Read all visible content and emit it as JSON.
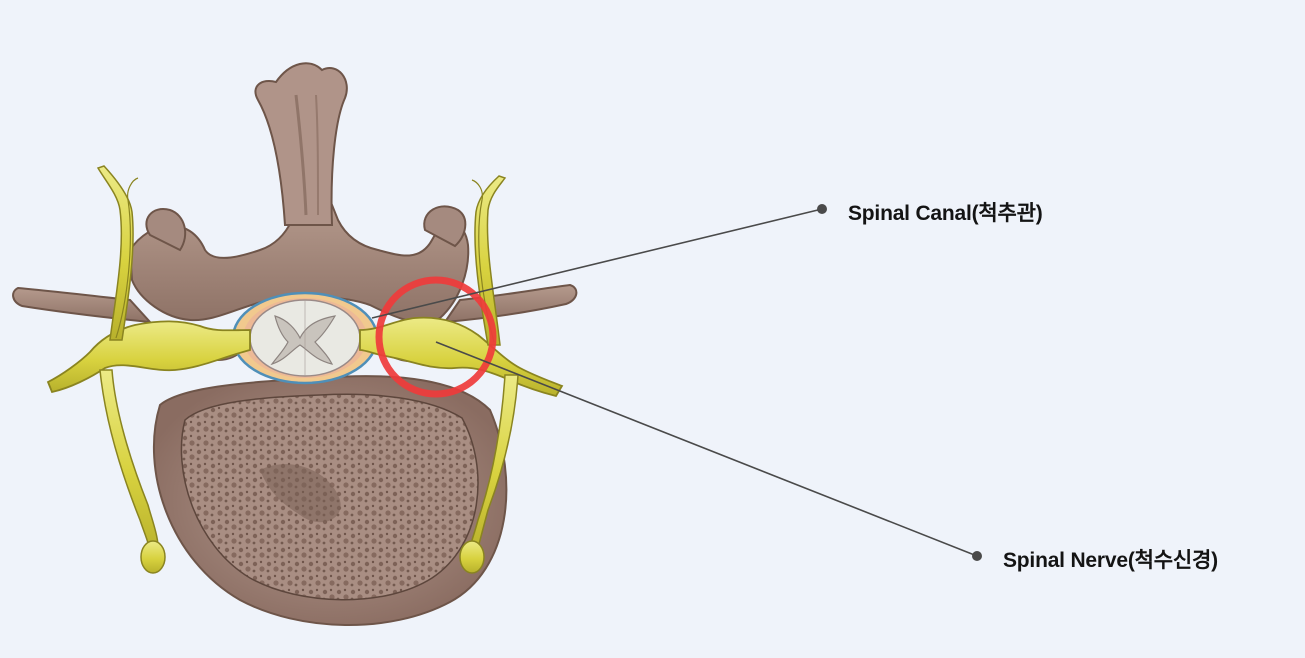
{
  "labels": {
    "spinal_canal": "Spinal Canal(척추관)",
    "spinal_nerve": "Spinal Nerve(척수신경)"
  },
  "colors": {
    "background": "#eff3fa",
    "bone": "#a68a7e",
    "bone_dark": "#6e5549",
    "nerve": "#d9d34e",
    "nerve_outline": "#8a8420",
    "cord_white": "#e6e6e0",
    "highlight_circle": "#ef3b3b",
    "leader_line": "#4a4a4a"
  },
  "icons": {
    "highlight": "highlight-circle",
    "pointer_dot": "pointer-dot-icon"
  }
}
